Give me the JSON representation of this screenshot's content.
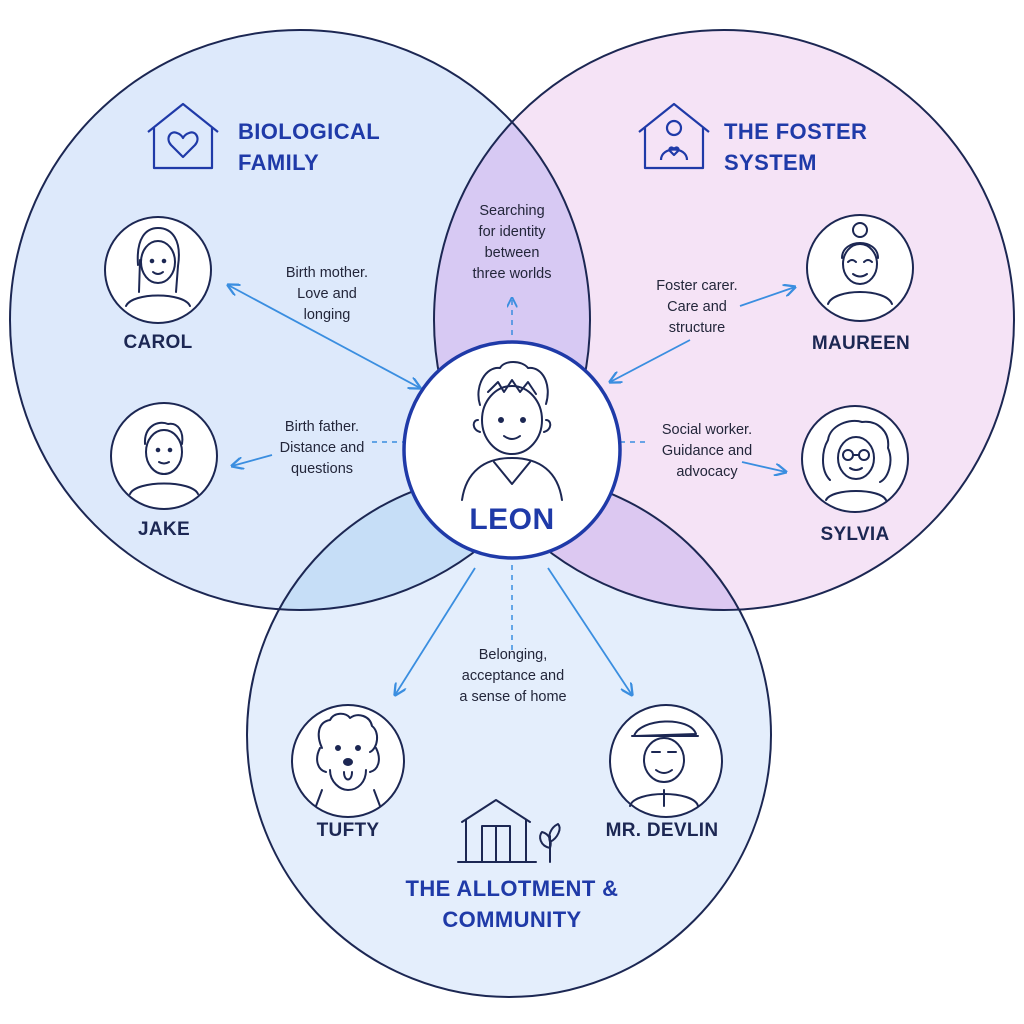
{
  "center": {
    "name": "LEON",
    "theme": "Searching for identity between three worlds"
  },
  "circles": {
    "biological": {
      "title_line1": "BIOLOGICAL",
      "title_line2": "FAMILY",
      "fill": "#dde9fb",
      "icon": "house-heart-icon"
    },
    "foster": {
      "title_line1": "THE FOSTER",
      "title_line2": "SYSTEM",
      "fill": "#f5e3f6",
      "icon": "house-person-icon"
    },
    "community": {
      "title_line1": "THE ALLOTMENT &",
      "title_line2": "COMMUNITY",
      "fill": "#e4eefc",
      "icon": "shed-plant-icon"
    }
  },
  "people": {
    "carol": {
      "name": "CAROL",
      "relation": "Birth mother.",
      "detail_line1": "Love and",
      "detail_line2": "longing"
    },
    "jake": {
      "name": "JAKE",
      "relation": "Birth father.",
      "detail_line1": "Distance and",
      "detail_line2": "questions"
    },
    "maureen": {
      "name": "MAUREEN",
      "relation": "Foster carer.",
      "detail_line1": "Care and",
      "detail_line2": "structure"
    },
    "sylvia": {
      "name": "SYLVIA",
      "relation": "Social worker.",
      "detail_line1": "Guidance and",
      "detail_line2": "advocacy"
    },
    "tufty": {
      "name": "TUFTY"
    },
    "devlin": {
      "name": "MR. DEVLIN"
    }
  },
  "community_note": {
    "line1": "Belonging,",
    "line2": "acceptance and",
    "line3": "a sense of home"
  },
  "colors": {
    "outline": "#1c2753",
    "accent": "#1f3aa8",
    "arrow": "#3a8ee0",
    "overlap_purple": "#d7c9f3",
    "overlap_blue": "#c6def7"
  }
}
